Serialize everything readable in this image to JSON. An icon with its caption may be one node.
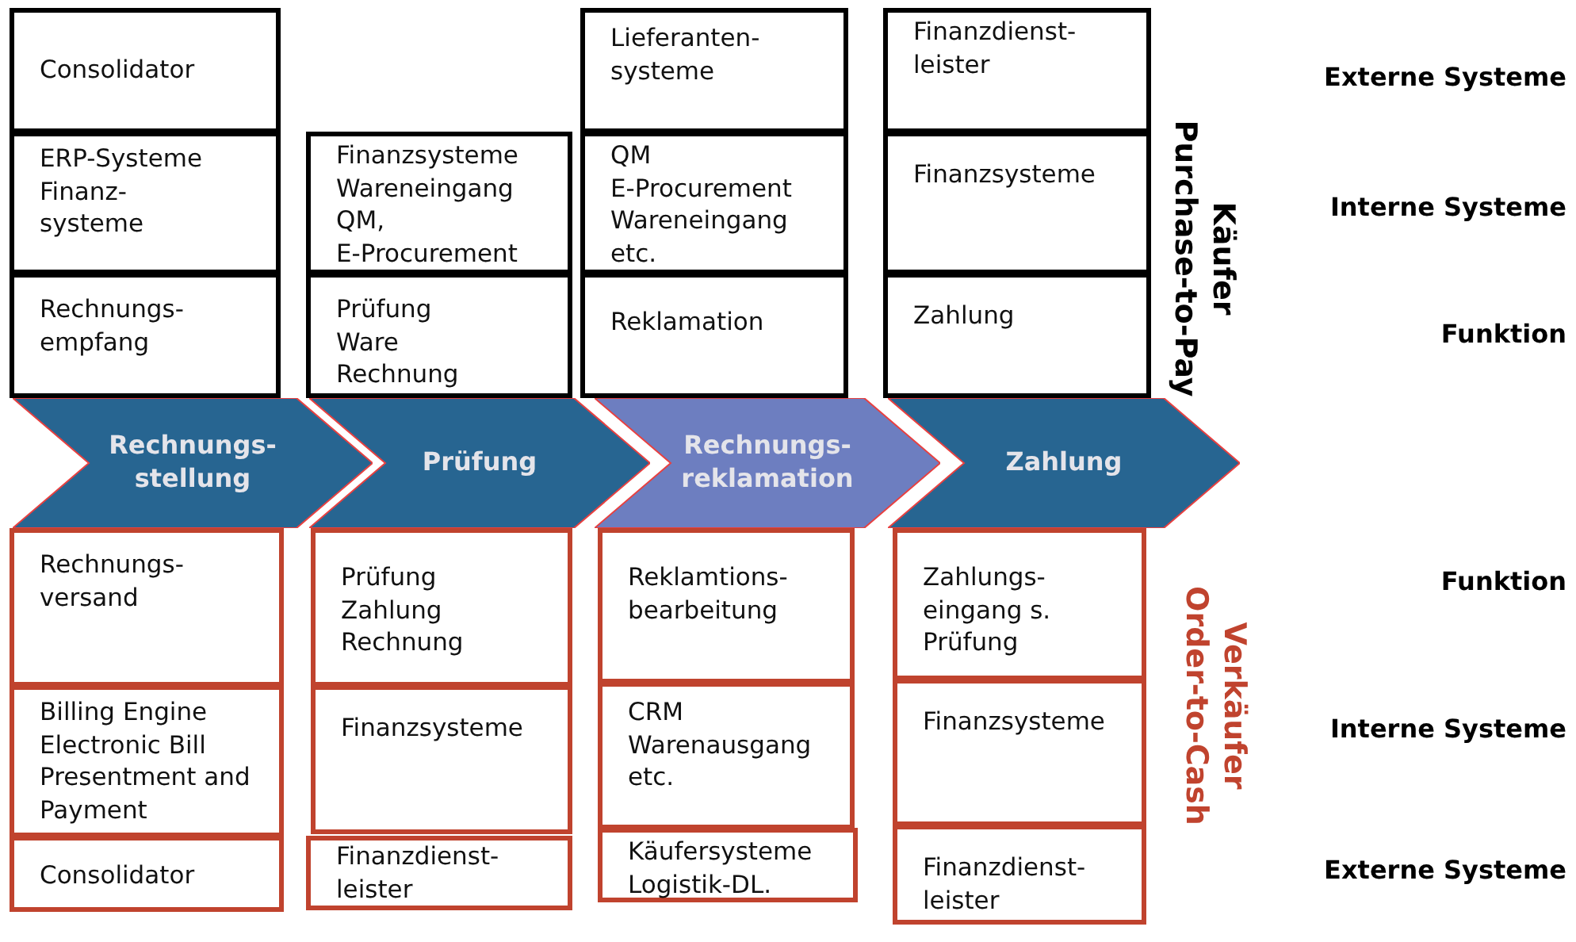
{
  "diagram": {
    "nodes": [
      {
        "text": [
          "Consolidator"
        ]
      },
      {
        "text": [
          "Lieferanten- systeme"
        ]
      },
      {
        "text": [
          "Finanzdienst- leister"
        ]
      },
      {
        "text": [
          "ERP-Systeme Finanz- systeme"
        ]
      },
      {
        "text": [
          "Finanzsysteme Wareneingang QM, E-Procurement"
        ]
      },
      {
        "text": [
          "QM E-Procurement Wareneingang etc."
        ]
      },
      {
        "text": [
          "Finanzsysteme"
        ]
      },
      {
        "text": [
          "Rechnungs- empfang"
        ]
      },
      {
        "text": [
          "Prüfung Ware Rechnung"
        ]
      },
      {
        "text": [
          "Reklamation"
        ]
      },
      {
        "text": [
          "Zahlung"
        ]
      },
      {
        "text": [
          "Rechnungs- stellung"
        ]
      },
      {
        "text": [
          "Prüfung"
        ]
      },
      {
        "text": [
          "Rechnungs- reklamation"
        ]
      },
      {
        "text": [
          "Zahlung"
        ]
      },
      {
        "text": [
          "Rechnungs- versand"
        ]
      },
      {
        "text": [
          "Prüfung Zahlung Rechnung"
        ]
      },
      {
        "text": [
          "Reklamtions- bearbeitung"
        ]
      },
      {
        "text": [
          "Zahlungs- eingang s. Prüfung"
        ]
      },
      {
        "text": [
          "Billing Engine Electronic Bill Presentment and Payment"
        ]
      },
      {
        "text": [
          "Finanzsysteme"
        ]
      },
      {
        "text": [
          "CRM Warenausgang etc."
        ]
      },
      {
        "text": [
          "Finanzsysteme"
        ]
      },
      {
        "text": [
          "Consolidator"
        ]
      },
      {
        "text": [
          "Finanzdienst- leister"
        ]
      },
      {
        "text": [
          "Käufersysteme Logistik-DL."
        ]
      },
      {
        "text": [
          "Finanzdienst- leister"
        ]
      }
    ],
    "labels": [
      "Käufer",
      "Purchase-to-Pay",
      "Externe Systeme",
      "Interne Systeme",
      "Funktion",
      "Verkäufer",
      "Order-to-Cash",
      "Funktion",
      "Interne Systeme",
      "Externe Systeme"
    ]
  }
}
